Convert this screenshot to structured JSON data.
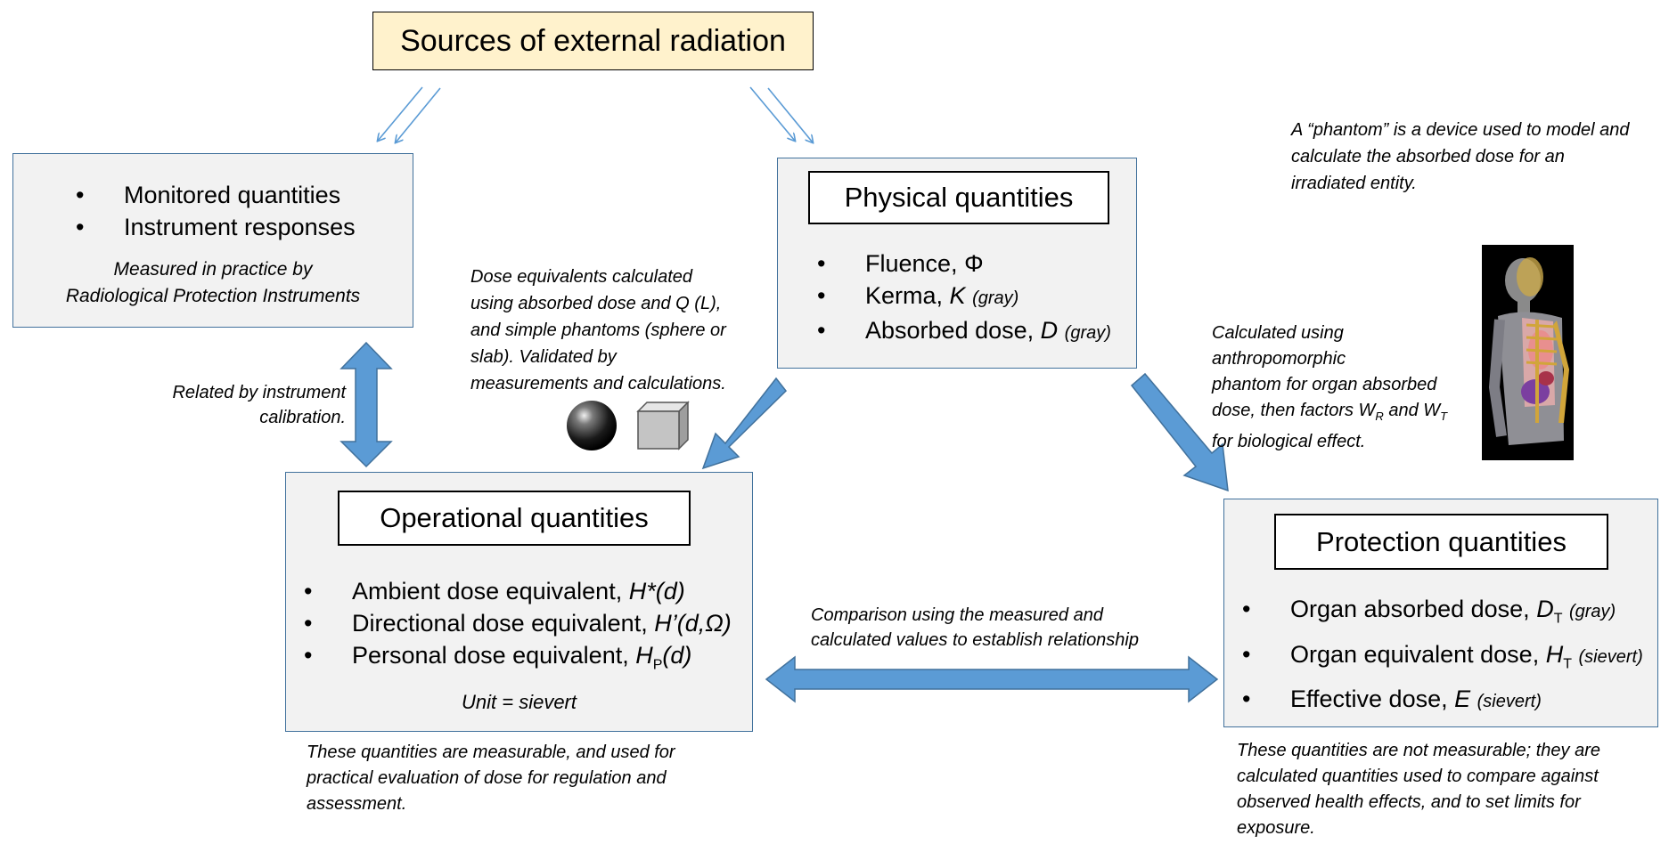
{
  "sources": {
    "title": "Sources of external radiation"
  },
  "monitored": {
    "items": [
      "Monitored quantities",
      "Instrument responses"
    ],
    "note_line1": "Measured in practice by",
    "note_line2": "Radiological Protection Instruments"
  },
  "physical": {
    "title": "Physical quantities",
    "fluence_label": "Fluence, ",
    "fluence_symbol": "Φ",
    "kerma_label": "Kerma, ",
    "kerma_symbol": "K",
    "kerma_unit": "(gray)",
    "absorbed_label": "Absorbed dose, ",
    "absorbed_symbol": "D",
    "absorbed_unit": "(gray)"
  },
  "operational": {
    "title": "Operational quantities",
    "ambient_label": "Ambient dose equivalent, ",
    "ambient_symbol": "H*(d)",
    "directional_label": "Directional dose equivalent, ",
    "directional_symbol": "H’(d,Ω)",
    "personal_label": "Personal dose equivalent, ",
    "personal_symbol": "H",
    "personal_sub": "P",
    "personal_arg": "(d)",
    "unit": "Unit = sievert"
  },
  "protection": {
    "title": "Protection quantities",
    "organ_absorbed_label": "Organ absorbed dose, ",
    "organ_absorbed_symbol": "D",
    "organ_absorbed_sub": "T",
    "organ_absorbed_unit": "(gray)",
    "organ_equivalent_label": "Organ equivalent dose, ",
    "organ_equivalent_symbol": "H",
    "organ_equivalent_sub": "T",
    "organ_equivalent_unit": "(sievert)",
    "effective_label": "Effective dose, ",
    "effective_symbol": "E",
    "effective_unit": "(sievert)"
  },
  "notes": {
    "phantom_def": [
      "A “phantom” is a device used to model and",
      "calculate the absorbed dose for an",
      "irradiated entity."
    ],
    "dose_equiv": [
      "Dose equivalents calculated",
      "using absorbed dose and Q (L),",
      "and simple phantoms (sphere or",
      "slab). Validated by",
      "measurements and calculations."
    ],
    "related": [
      "Related by instrument",
      "calibration."
    ],
    "anthro": [
      "Calculated using",
      "anthropomorphic",
      "phantom for organ absorbed"
    ],
    "anthro_line4": "dose, then factors W",
    "anthro_wr_sub": "R",
    "anthro_and": " and W",
    "anthro_wt_sub": "T",
    "anthro_line5": "for biological effect.",
    "comparison": [
      "Comparison using the measured and",
      "calculated values to establish relationship"
    ],
    "operational_footer": [
      "These quantities are measurable, and used for",
      "practical  evaluation of dose for regulation and",
      "assessment."
    ],
    "protection_footer": [
      "These quantities are not measurable; they are",
      "calculated quantities used to compare against",
      "observed health effects, and to set limits for",
      "exposure."
    ]
  },
  "colors": {
    "box_fill": "#f2f2f2",
    "box_border": "#41719c",
    "arrow_fill": "#5b9bd5",
    "arrow_stroke": "#41719c",
    "sources_fill": "#fff2cc"
  }
}
